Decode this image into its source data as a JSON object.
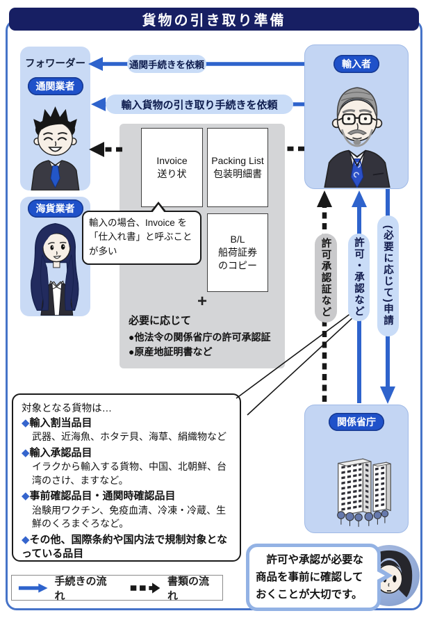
{
  "title": "貨物の引き取り準備",
  "actors": {
    "forwarder": "フォワーダー",
    "customs_broker": "通関業者",
    "sea_cargo_agent": "海貨業者",
    "importer": "輸入者",
    "ministries": "関係省庁"
  },
  "flows": {
    "request_customs_clearance": "通関手続きを依頼",
    "request_cargo_pickup": "輸入貨物の引き取り手続きを依頼",
    "permit_certificates": "許可承認証など",
    "permit_approval": "許可・承認など",
    "application": "(必要に応じて)申請"
  },
  "documents": {
    "invoice_en": "Invoice",
    "invoice_ja": "送り状",
    "packing_list_en": "Packing List",
    "packing_list_ja": "包装明細書",
    "bl_en": "B/L",
    "bl_ja": "船荷証券",
    "bl_note": "のコピー",
    "plus": "+",
    "as_needed_heading": "必要に応じて",
    "as_needed_items": [
      "●他法令の関係省庁の許可承認証",
      "●原産地証明書など"
    ]
  },
  "invoice_note": "輸入の場合、Invoice を「仕入れ書」と呼ぶことが多い",
  "target_goods": {
    "title": "対象となる貨物は…",
    "diamond_icon": "◆",
    "items": [
      {
        "heading": "輸入割当品目",
        "body": "武器、近海魚、ホタテ貝、海草、絹織物など"
      },
      {
        "heading": "輸入承認品目",
        "body": "イラクから輸入する貨物、中国、北朝鮮、台湾のさけ、ますなど。"
      },
      {
        "heading": "事前確認品目・通関時確認品目",
        "body": "治験用ワクチン、免疫血清、冷凍・冷蔵、生鮮のくろまぐろなど。"
      },
      {
        "heading": "その他、国際条約や国内法で規制対象となっている品目",
        "body": ""
      }
    ]
  },
  "legend": {
    "procedure_flow": "手続きの流れ",
    "document_flow": "書類の流れ",
    "procedure_icon": "blue-solid-arrow",
    "document_icon": "black-dashed-arrow"
  },
  "advice": "許可や承認が必要な商品を事前に確認しておくことが大切です。",
  "colors": {
    "accent_blue": "#2e63cc",
    "badge_blue": "#1f51c9",
    "panel_blue": "#c9daf5",
    "title_navy": "#171f63",
    "pill_light_blue": "#c9dcf7",
    "pill_gray": "#c9c9cb",
    "doc_panel_gray": "#d4d5d7"
  }
}
